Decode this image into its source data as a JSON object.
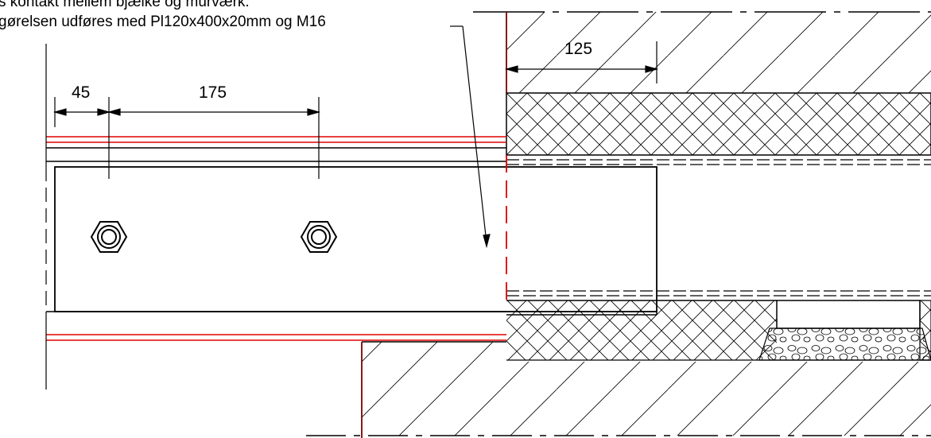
{
  "notes": {
    "line1": "s kontakt mellem bjælke og murværk.",
    "line2": "gørelsen udføres med Pl120x400x20mm og M16"
  },
  "dimensions": {
    "d45": "45",
    "d175": "175",
    "d125": "125"
  },
  "colors": {
    "line": "#000000",
    "accent": "#e00000",
    "hatch": "#000000"
  },
  "icons": [
    "bolt-nut-icon",
    "bolt-nut-icon"
  ]
}
